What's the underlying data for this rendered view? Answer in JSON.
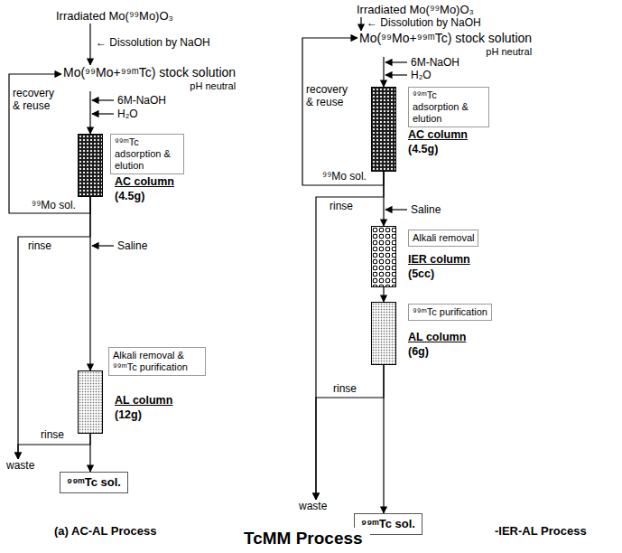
{
  "diagram": {
    "nodes": [
      {
        "text": [
          "Irradiated Mo(⁹⁹Mo)O₃"
        ]
      },
      {
        "text": [
          "Mo(⁹⁹Mo+⁹⁹ᵐTc) stock solution",
          "pH neutral"
        ]
      },
      {
        "text": [
          "AC column",
          "(4.5g)"
        ]
      },
      {
        "text": [
          "⁹⁹ᵐTc adsorption & elution"
        ]
      },
      {
        "text": [
          "Alkali removal & ⁹⁹ᵐTc purification"
        ]
      },
      {
        "text": [
          "AL column",
          "(12g)"
        ]
      },
      {
        "text": [
          "waste"
        ]
      },
      {
        "text": [
          "⁹⁹ᵐTc sol."
        ]
      },
      {
        "text": [
          "Irradiated Mo(⁹⁹Mo)O₃"
        ]
      },
      {
        "text": [
          "Mo(⁹⁹Mo+⁹⁹ᵐTc) stock solution",
          "pH neutral"
        ]
      },
      {
        "text": [
          "AC column",
          "(4.5g)"
        ]
      },
      {
        "text": [
          "⁹⁹ᵐTc adsorption & elution"
        ]
      },
      {
        "text": [
          "Alkali removal"
        ]
      },
      {
        "text": [
          "IER column",
          "(5cc)"
        ]
      },
      {
        "text": [
          "⁹⁹ᵐTc purification"
        ]
      },
      {
        "text": [
          "AL column",
          "(6g)"
        ]
      },
      {
        "text": [
          "waste"
        ]
      },
      {
        "text": [
          "⁹⁹ᵐTc sol."
        ]
      }
    ],
    "edges": [
      {
        "from": 0,
        "to": 1,
        "arrow": "to"
      },
      {
        "from": 1,
        "to": 2,
        "arrow": "to"
      },
      {
        "from": 2,
        "to": 5,
        "arrow": "to"
      },
      {
        "from": 2,
        "to": 1,
        "label": "⁹⁹Mo sol.",
        "arrow": "to"
      },
      {
        "from": 2,
        "to": 6,
        "label": "rinse",
        "arrow": "to"
      },
      {
        "from": 5,
        "to": 6,
        "label": "rinse",
        "arrow": "to"
      },
      {
        "from": 5,
        "to": 7,
        "arrow": "to"
      },
      {
        "from": 8,
        "to": 9,
        "arrow": "to"
      },
      {
        "from": 9,
        "to": 10,
        "arrow": "to"
      },
      {
        "from": 10,
        "to": 13,
        "arrow": "to"
      },
      {
        "from": 13,
        "to": 15,
        "arrow": "to"
      },
      {
        "from": 15,
        "to": 17,
        "arrow": "to"
      },
      {
        "from": 10,
        "to": 9,
        "label": "⁹⁹Mo sol.",
        "arrow": "to"
      },
      {
        "from": 10,
        "to": 16,
        "label": "rinse",
        "arrow": "to"
      },
      {
        "from": 15,
        "to": 16,
        "label": "rinse",
        "arrow": "to"
      }
    ],
    "labels": [
      "← Dissolution by NaOH",
      "6M-NaOH",
      "H₂O",
      "recovery & reuse",
      "Saline",
      "(a) AC-AL Process",
      "← Dissolution by NaOH",
      "6M-NaOH",
      "H₂O",
      "recovery & reuse",
      "Saline",
      "TcMM Process",
      "-IER-AL Process"
    ]
  }
}
